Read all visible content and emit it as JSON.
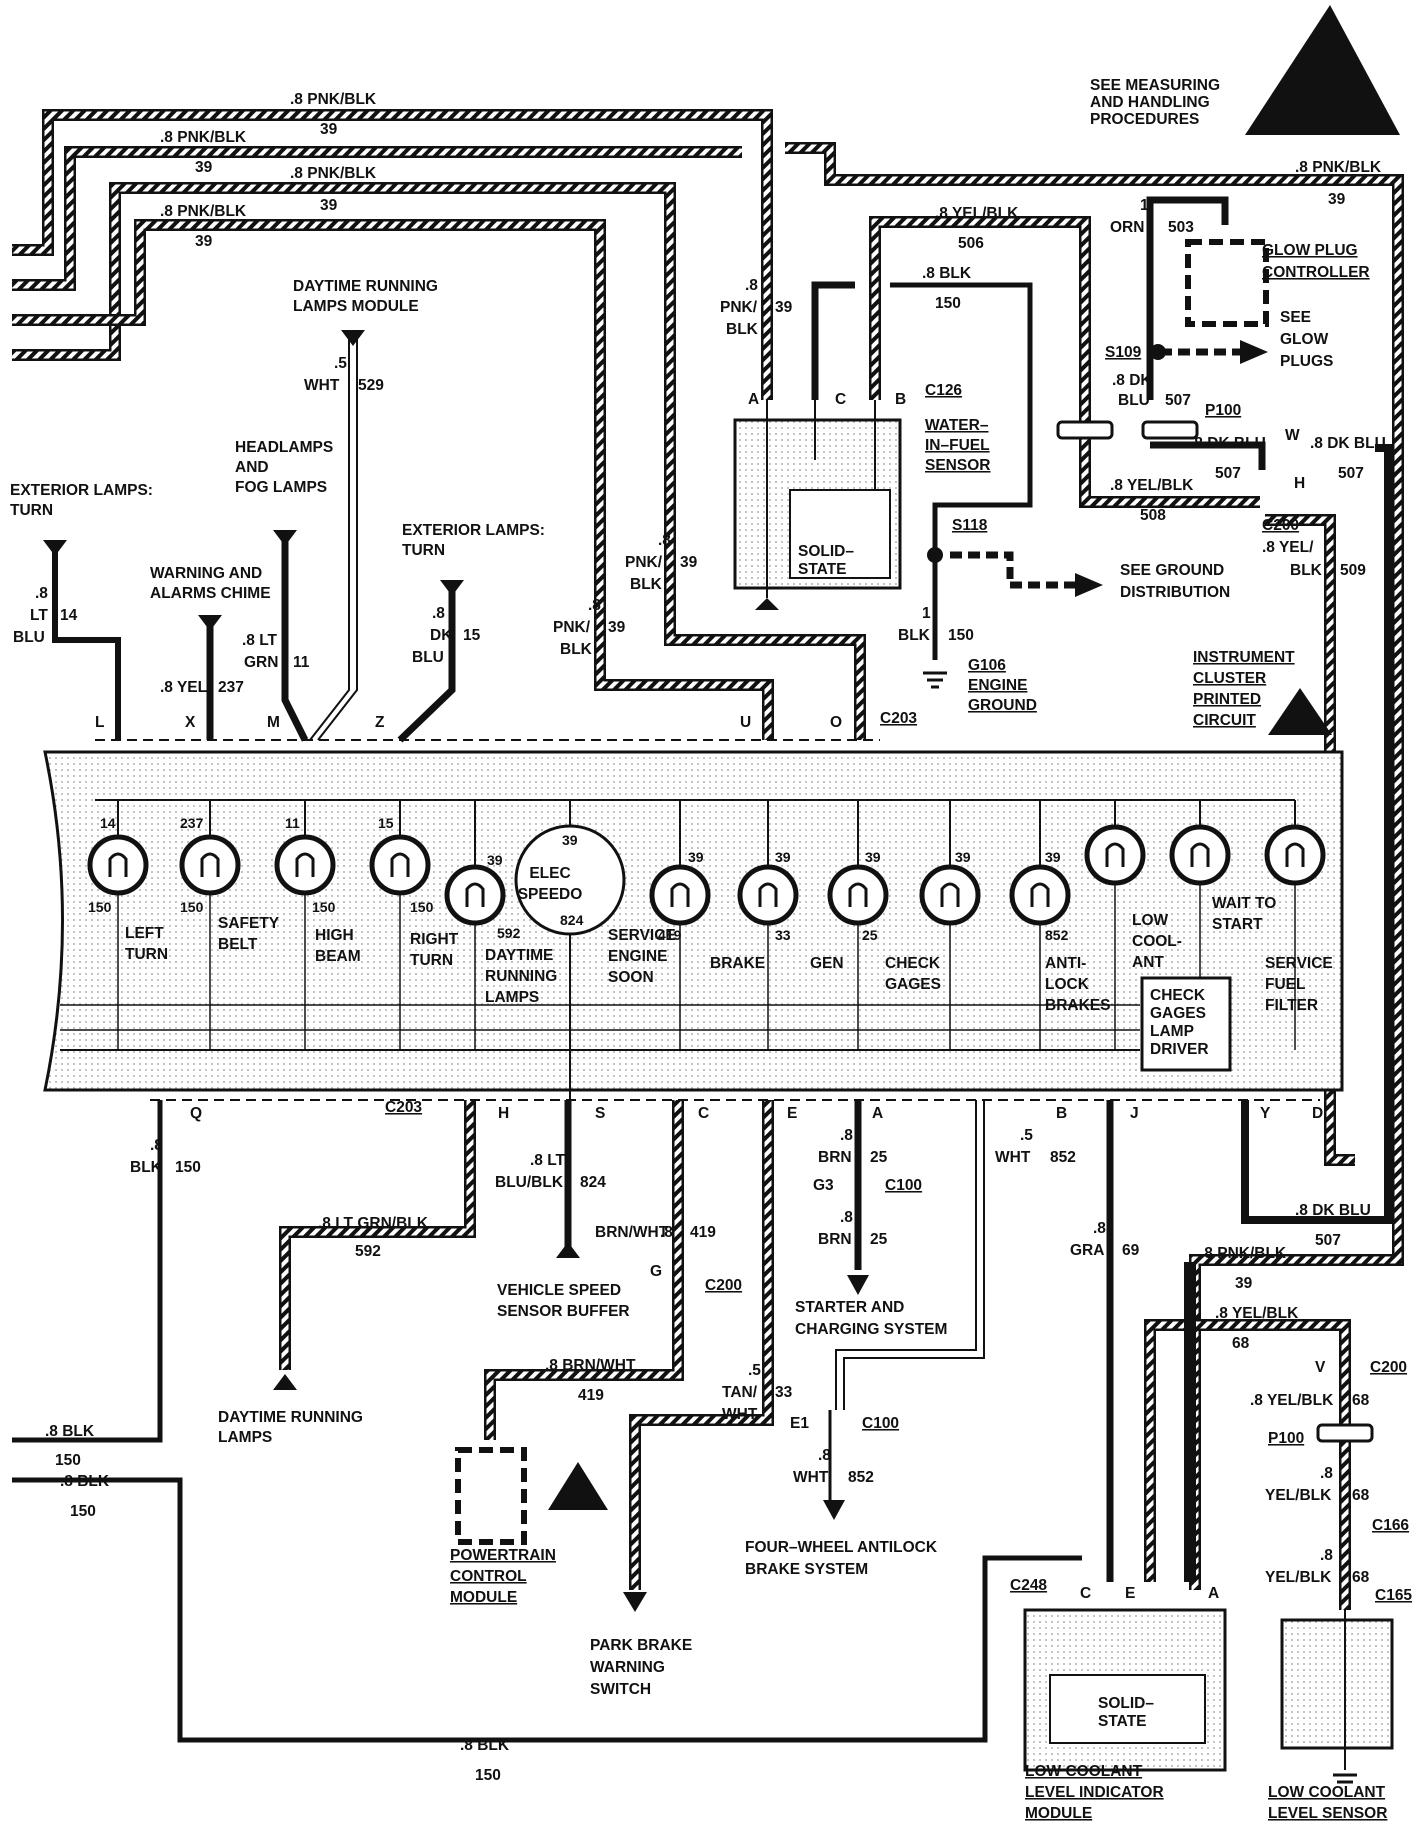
{
  "esd_note": [
    "SEE MEASURING",
    "AND HANDLING",
    "PROCEDURES"
  ],
  "top_wires": [
    {
      "size": ".8 PNK/BLK",
      "circuit": "39"
    },
    {
      "size": ".8 PNK/BLK",
      "circuit": "39"
    },
    {
      "size": ".8 PNK/BLK",
      "circuit": "39"
    },
    {
      "size": ".8 PNK/BLK",
      "circuit": "39"
    },
    {
      "size": ".8 PNK/BLK",
      "circuit": "39"
    }
  ],
  "drl_module": {
    "name": [
      "DAYTIME RUNNING",
      "LAMPS MODULE"
    ],
    "wire": [
      ".5",
      "WHT"
    ],
    "circuit": "529"
  },
  "headlamps": {
    "name": [
      "HEADLAMPS",
      "AND",
      "FOG LAMPS"
    ],
    "wire": [
      ".8 LT",
      "GRN"
    ],
    "circuit": "11"
  },
  "ext_turn_left": {
    "name": [
      "EXTERIOR LAMPS:",
      "TURN"
    ],
    "wire": [
      ".8",
      "LT",
      "BLU"
    ],
    "circuit": "14"
  },
  "warning_chime": {
    "name": [
      "WARNING AND",
      "ALARMS CHIME"
    ],
    "wire": ".8 YEL",
    "circuit": "237"
  },
  "ext_turn_right": {
    "name": [
      "EXTERIOR LAMPS:",
      "TURN"
    ],
    "wire": [
      ".8",
      "DK",
      "BLU"
    ],
    "circuit": "15"
  },
  "pnk_drop_mid": {
    "wire": [
      ".8",
      "PNK/",
      "BLK"
    ],
    "circuit": "39"
  },
  "pnk_drop_upper": {
    "wire": [
      ".8",
      "PNK/",
      "BLK"
    ],
    "circuit": "39"
  },
  "pnk_drop_c126": {
    "wire": [
      ".8",
      "PNK/",
      "BLK"
    ],
    "circuit": "39"
  },
  "c126": {
    "connector": "C126",
    "name": [
      "WATER–",
      "IN–FUEL",
      "SENSOR"
    ],
    "pins": [
      "A",
      "C",
      "B"
    ],
    "solid_state": [
      "SOLID–",
      "STATE"
    ]
  },
  "wire_506": {
    "wire": ".8 YEL/BLK",
    "circuit": "506"
  },
  "wire_150_top": {
    "wire": ".8 BLK",
    "circuit": "150"
  },
  "glow": {
    "wire_ref": "1",
    "color": "ORN",
    "circuit": "503",
    "controller": [
      "GLOW PLUG",
      "CONTROLLER"
    ],
    "see": [
      "SEE",
      "GLOW",
      "PLUGS"
    ],
    "splice": "S109",
    "wire_507": [
      ".8 DK",
      "BLU"
    ],
    "circuit_507": "507"
  },
  "p100": "P100",
  "p100_wire": ".8 DK BLU",
  "p100_circuit": "507",
  "pin_w": "W",
  "w_wire": ".8 DK BLU",
  "w_circuit": "507",
  "pin_h": "H",
  "c200_upper": "C200",
  "wire_508": {
    "wire": ".8 YEL/BLK",
    "circuit": "508"
  },
  "wire_509": {
    "wire": [
      ".8 YEL/",
      "BLK"
    ],
    "circuit": "509"
  },
  "s118": "S118",
  "ground_dist": [
    "SEE GROUND",
    "DISTRIBUTION"
  ],
  "g106_wire": {
    "ref": "1",
    "color": "BLK",
    "circuit": "150"
  },
  "g106": [
    "G106",
    "ENGINE",
    "GROUND"
  ],
  "ipc": [
    "INSTRUMENT",
    "CLUSTER",
    "PRINTED",
    "CIRCUIT"
  ],
  "c203": "C203",
  "top_pins": [
    "L",
    "X",
    "M",
    "Z",
    "U",
    "O"
  ],
  "cluster_items": [
    {
      "circuit_top": "14",
      "circuit_bot": "150",
      "label": [
        "LEFT",
        "TURN"
      ]
    },
    {
      "circuit_top": "237",
      "circuit_bot": "150",
      "label": [
        "SAFETY",
        "BELT"
      ]
    },
    {
      "circuit_top": "11",
      "circuit_bot": "150",
      "label": [
        "HIGH",
        "BEAM"
      ]
    },
    {
      "circuit_top": "15",
      "circuit_bot": "150",
      "label": [
        "RIGHT",
        "TURN"
      ]
    },
    {
      "circuit_top": "39",
      "circuit_bot": "592",
      "label": [
        "DAYTIME",
        "RUNNING",
        "LAMPS"
      ]
    },
    {
      "circuit_top": "39",
      "circuit_bot": "824",
      "label": [
        "ELEC",
        "SPEEDO"
      ]
    },
    {
      "circuit_top": "39",
      "circuit_bot": "419",
      "label": [
        "SERVICE",
        "ENGINE",
        "SOON"
      ]
    },
    {
      "circuit_top": "39",
      "circuit_bot": "33",
      "label": [
        "BRAKE"
      ]
    },
    {
      "circuit_top": "39",
      "circuit_bot": "25",
      "label": [
        "GEN"
      ]
    },
    {
      "circuit_top": "39",
      "circuit_bot": "",
      "label": [
        "CHECK",
        "GAGES"
      ]
    },
    {
      "circuit_top": "39",
      "circuit_bot": "852",
      "label": [
        "ANTI-",
        "LOCK",
        "BRAKES"
      ]
    },
    {
      "circuit_top": "",
      "circuit_bot": "",
      "label": [
        "LOW",
        "COOL-",
        "ANT"
      ]
    },
    {
      "circuit_top": "",
      "circuit_bot": "",
      "label": [
        "WAIT TO",
        "START"
      ]
    },
    {
      "circuit_top": "",
      "circuit_bot": "",
      "label": [
        "SERVICE",
        "FUEL",
        "FILTER"
      ]
    }
  ],
  "check_gages_driver": [
    "CHECK",
    "GAGES",
    "LAMP",
    "DRIVER"
  ],
  "bottom_pins": [
    "Q",
    "H",
    "S",
    "C",
    "E",
    "A",
    "B",
    "J",
    "Y",
    "D"
  ],
  "q_wire": {
    "wire": [
      ".8",
      "BLK"
    ],
    "circuit": "150"
  },
  "drl_lamps": {
    "wire": ".8 LT GRN/BLK",
    "circuit": "592",
    "name": [
      "DAYTIME RUNNING",
      "LAMPS"
    ]
  },
  "vss": {
    "wire": [
      ".8 LT",
      "BLU/BLK"
    ],
    "circuit": "824",
    "name": [
      "VEHICLE SPEED",
      "SENSOR BUFFER"
    ]
  },
  "pcm_wire": {
    "wire": [
      ".8",
      "BRN/WHT"
    ],
    "circuit": "419",
    "pin": "G",
    "connector": "C200",
    "wire2": ".8 BRN/WHT",
    "circuit2": "419"
  },
  "pcm": [
    "POWERTRAIN",
    "CONTROL",
    "MODULE"
  ],
  "park_brake": {
    "wire": [
      ".5",
      "TAN/",
      "WHT"
    ],
    "circuit": "33",
    "name": [
      "PARK BRAKE",
      "WARNING",
      "SWITCH"
    ]
  },
  "starter": {
    "wire": [
      ".8",
      "BRN"
    ],
    "circuit": "25",
    "pin": "G3",
    "connector": "C100",
    "wire2": [
      ".8",
      "BRN"
    ],
    "circuit2": "25",
    "name": [
      "STARTER AND",
      "CHARGING SYSTEM"
    ]
  },
  "abs": {
    "wire": [
      ".5",
      "WHT"
    ],
    "circuit": "852",
    "pin": "E1",
    "connector": "C100",
    "wire2": [
      ".8",
      "WHT"
    ],
    "circuit2": "852",
    "name": [
      "FOUR–WHEEL ANTILOCK",
      "BRAKE SYSTEM"
    ]
  },
  "gra": {
    "wire": [
      ".8",
      "GRA"
    ],
    "circuit": "69"
  },
  "dkblu_507": {
    "wire": ".8 DK BLU",
    "circuit": "507"
  },
  "pnk_39_lower": {
    "wire": ".8 PNK/BLK",
    "circuit": "39"
  },
  "yel_68": {
    "wire": ".8 YEL/BLK",
    "circuit": "68"
  },
  "c200_v": {
    "pin": "V",
    "connector": "C200",
    "wire": ".8 YEL/BLK",
    "circuit": "68"
  },
  "p100_lower": {
    "connector": "P100",
    "wire": [
      ".8",
      "YEL/BLK"
    ],
    "circuit": "68"
  },
  "c166": {
    "connector": "C166",
    "wire": [
      ".8",
      "YEL/BLK"
    ],
    "circuit": "68"
  },
  "c165": "C165",
  "left_blk": [
    {
      "wire": ".8 BLK",
      "circuit": "150"
    },
    {
      "wire": ".8 BLK",
      "circuit": "150"
    }
  ],
  "bottom_blk": {
    "wire": ".8 BLK",
    "circuit": "150"
  },
  "lcl_module": {
    "connector": "C248",
    "pins": [
      "C",
      "E",
      "A"
    ],
    "solid": [
      "SOLID–",
      "STATE"
    ],
    "name": [
      "LOW COOLANT",
      "LEVEL INDICATOR",
      "MODULE"
    ]
  },
  "lcl_sensor": [
    "LOW COOLANT",
    "LEVEL SENSOR"
  ]
}
